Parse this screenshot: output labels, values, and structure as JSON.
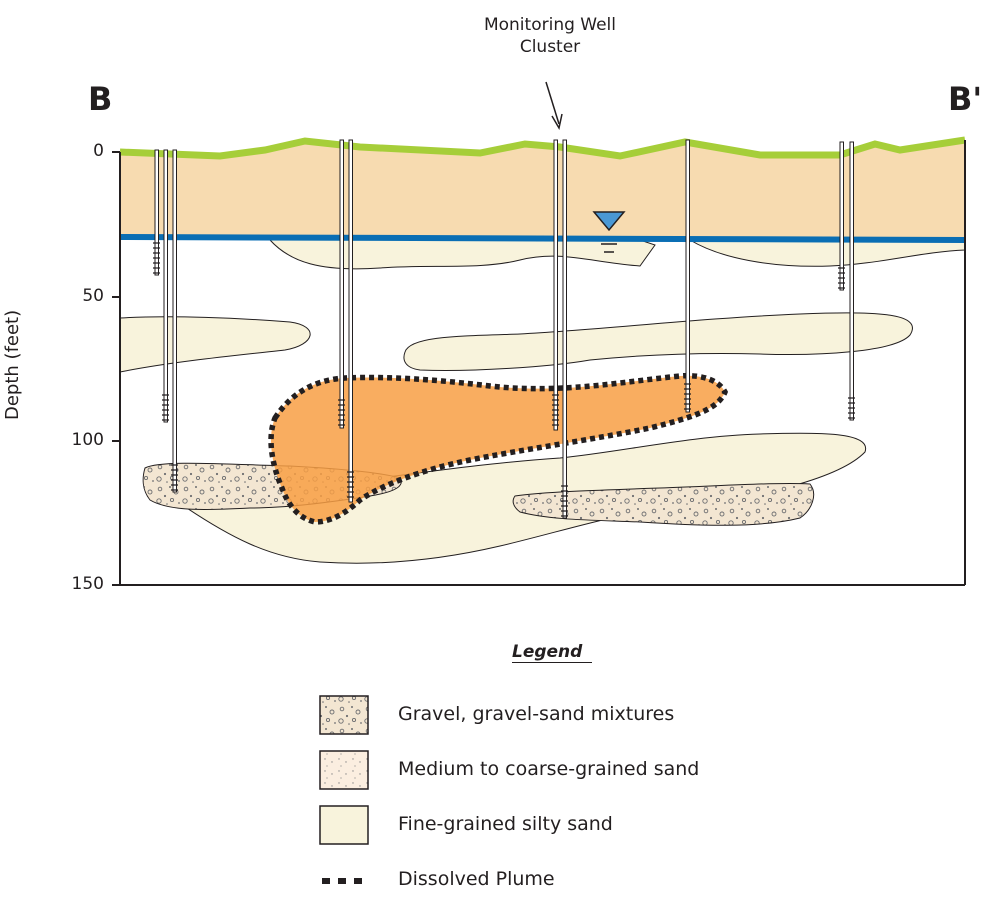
{
  "section": {
    "start": "B",
    "end": "B'"
  },
  "callout": {
    "line1": "Monitoring Well",
    "line2": "Cluster"
  },
  "axis": {
    "ylabel": "Depth (feet)",
    "ticks": [
      "0",
      "50",
      "100",
      "150"
    ],
    "unit": "feet"
  },
  "legend": {
    "title": "Legend",
    "items": [
      {
        "key": "gravel",
        "label": "Gravel, gravel-sand mixtures"
      },
      {
        "key": "coarse_sand",
        "label": "Medium to coarse-grained sand"
      },
      {
        "key": "silty_sand",
        "label": "Fine-grained silty sand"
      },
      {
        "key": "plume",
        "label": "Dissolved Plume"
      }
    ]
  },
  "colors": {
    "ground_surface": "#a6ce39",
    "vadose_zone": "#f7dbb0",
    "water_table": "#0a6eb4",
    "water_table_symbol": "#4a98d4",
    "silty_sand": "#f8f3dc",
    "gravel_fill": "#f3e6d2",
    "plume": "#f89f44",
    "plume_outline": "#231f20"
  }
}
